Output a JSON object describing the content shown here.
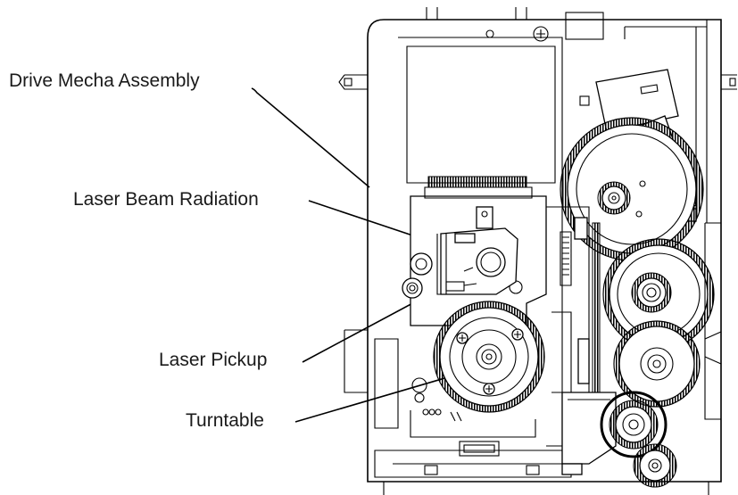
{
  "diagram": {
    "labels": [
      {
        "id": "drive-mecha-assembly",
        "text": "Drive Mecha Assembly"
      },
      {
        "id": "laser-beam-radiation",
        "text": "Laser Beam Radiation"
      },
      {
        "id": "laser-pickup",
        "text": "Laser Pickup"
      },
      {
        "id": "turntable",
        "text": "Turntable"
      }
    ]
  }
}
